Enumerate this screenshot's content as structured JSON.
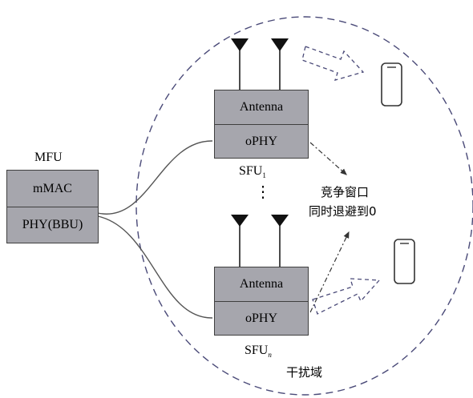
{
  "mfu": {
    "label": "MFU",
    "mac": "mMAC",
    "phy": "PHY(BBU)"
  },
  "sfu1": {
    "antenna": "Antenna",
    "ophy": "oPHY",
    "name": "SFU",
    "sub": "1"
  },
  "sfun": {
    "antenna": "Antenna",
    "ophy": "oPHY",
    "name": "SFU",
    "sub": "n"
  },
  "ellipsis": "⋮",
  "backoff": {
    "line1": "竞争窗口",
    "line2": "同时退避到0"
  },
  "domain_label": "干扰域",
  "colors": {
    "box_fill": "#a6a6ad",
    "border": "#3f3f3f",
    "dashed": "#4a4a78",
    "antenna": "#111111"
  }
}
